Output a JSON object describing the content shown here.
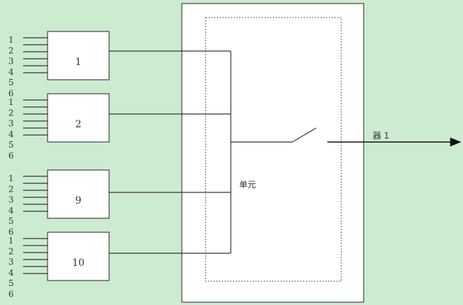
{
  "modules": [
    {
      "label": "1",
      "inputs": [
        "1",
        "2",
        "3",
        "4",
        "5",
        "6"
      ]
    },
    {
      "label": "2",
      "inputs": [
        "1",
        "2",
        "3",
        "4",
        "5",
        "6"
      ]
    },
    {
      "label": "9",
      "inputs": [
        "1",
        "2",
        "3",
        "4",
        "5",
        "6"
      ]
    },
    {
      "label": "10",
      "inputs": [
        "1",
        "2",
        "3",
        "4",
        "5",
        "6"
      ]
    }
  ],
  "unit_label": "单元",
  "output_label": "器 1",
  "colors": {
    "background": "#cdebd0",
    "line": "#333333",
    "box": "#ffffff"
  }
}
